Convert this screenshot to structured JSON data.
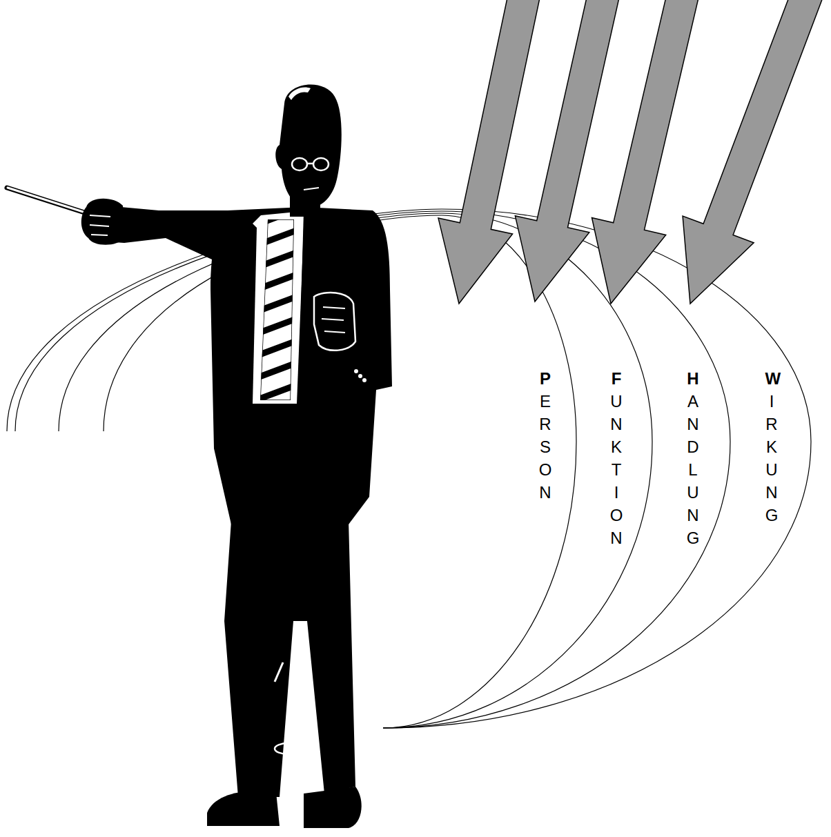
{
  "diagram": {
    "labels": [
      "PERSON",
      "FUNKTION",
      "HANDLUNG",
      "WIRKUNG"
    ]
  }
}
